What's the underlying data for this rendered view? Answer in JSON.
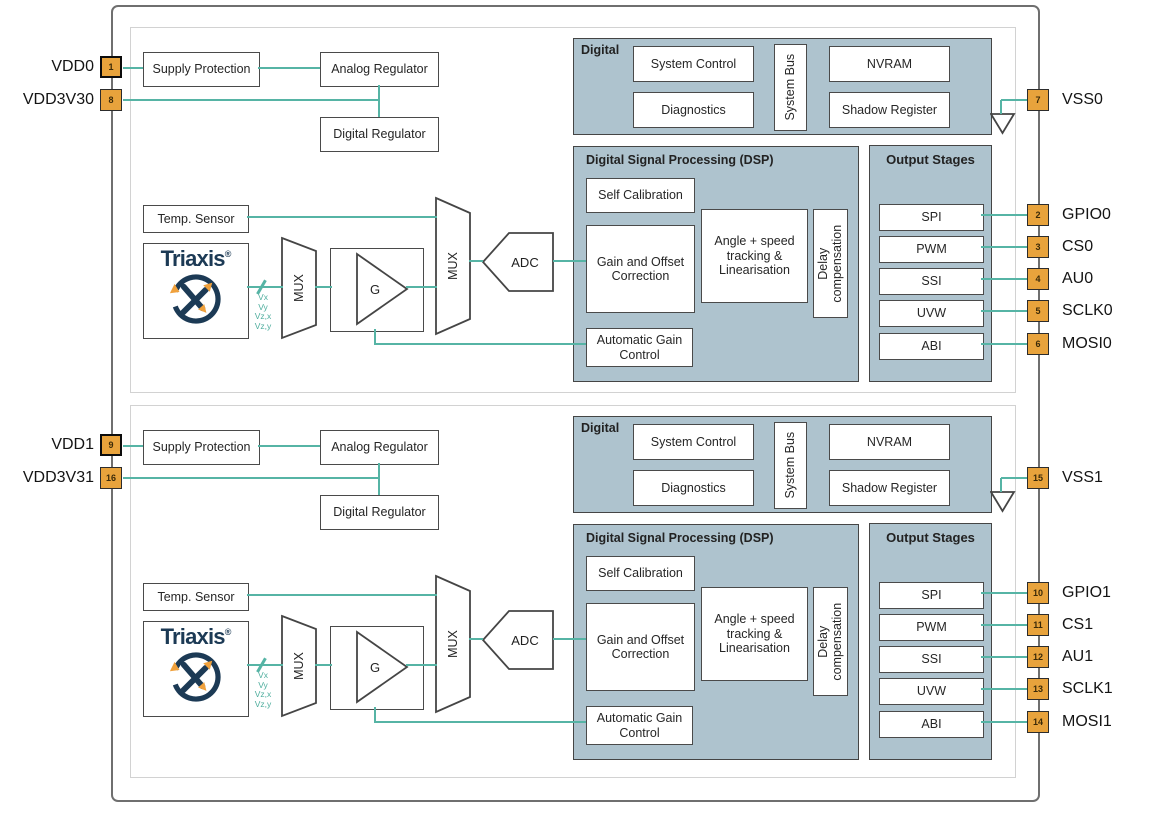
{
  "colors": {
    "pin_fill": "#E8A33C",
    "wire": "#56B4A5",
    "block_fill": "#AEC3CE",
    "logo_navy": "#1C3A55",
    "logo_orange": "#F0A13C"
  },
  "shared": {
    "supply_protection": "Supply Protection",
    "analog_regulator": "Analog Regulator",
    "digital_regulator": "Digital Regulator",
    "temp_sensor": "Temp. Sensor",
    "triaxis_brand": "Triaxis",
    "triaxis_reg": "®",
    "mux": "MUX",
    "gain": "G",
    "adc": "ADC",
    "signals": [
      "Vx",
      "Vy",
      "Vz,x",
      "Vz,y"
    ],
    "digital": {
      "title": "Digital",
      "system_control": "System Control",
      "diagnostics": "Diagnostics",
      "system_bus": "System Bus",
      "nvram": "NVRAM",
      "shadow_register": "Shadow Register"
    },
    "dsp": {
      "title": "Digital Signal Processing (DSP)",
      "self_calibration": "Self Calibration",
      "gain_offset": "Gain and Offset Correction",
      "angle_speed": "Angle + speed tracking & Linearisation",
      "delay_compensation": "Delay compensation",
      "agc": "Automatic Gain Control"
    },
    "output_stages": {
      "title": "Output Stages",
      "items": [
        "SPI",
        "PWM",
        "SSI",
        "UVW",
        "ABI"
      ]
    }
  },
  "channels": [
    {
      "id": "0",
      "left_pins": [
        {
          "number": "1",
          "name": "VDD0"
        },
        {
          "number": "8",
          "name": "VDD3V30"
        }
      ],
      "vss_pin": {
        "number": "7",
        "name": "VSS0"
      },
      "right_pins": [
        {
          "number": "2",
          "name": "GPIO0"
        },
        {
          "number": "3",
          "name": "CS0"
        },
        {
          "number": "4",
          "name": "AU0"
        },
        {
          "number": "5",
          "name": "SCLK0"
        },
        {
          "number": "6",
          "name": "MOSI0"
        }
      ]
    },
    {
      "id": "1",
      "left_pins": [
        {
          "number": "9",
          "name": "VDD1"
        },
        {
          "number": "16",
          "name": "VDD3V31"
        }
      ],
      "vss_pin": {
        "number": "15",
        "name": "VSS1"
      },
      "right_pins": [
        {
          "number": "10",
          "name": "GPIO1"
        },
        {
          "number": "11",
          "name": "CS1"
        },
        {
          "number": "12",
          "name": "AU1"
        },
        {
          "number": "13",
          "name": "SCLK1"
        },
        {
          "number": "14",
          "name": "MOSI1"
        }
      ]
    }
  ]
}
